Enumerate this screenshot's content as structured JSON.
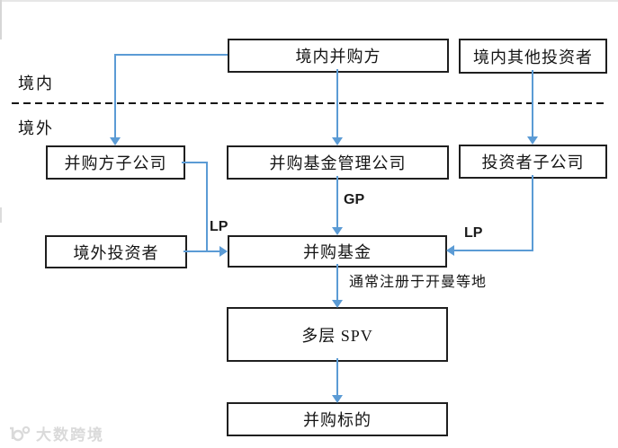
{
  "regions": {
    "domestic_label": "境内",
    "overseas_label": "境外"
  },
  "boxes": {
    "domestic_acquirer": "境内并购方",
    "domestic_other_investors": "境内其他投资者",
    "acquirer_subsidiary": "并购方子公司",
    "fund_management": "并购基金管理公司",
    "investor_subsidiary": "投资者子公司",
    "overseas_investors": "境外投资者",
    "ma_fund": "并购基金",
    "multilayer_spv": "多层 SPV",
    "ma_target": "并购标的"
  },
  "edge_labels": {
    "gp": "GP",
    "lp_left": "LP",
    "lp_right": "LP",
    "fund_note": "通常注册于开曼等地"
  },
  "watermark": {
    "text": "大数跨境"
  },
  "colors": {
    "arrow_blue": "#5B9BD5",
    "box_border": "#1f1f1f",
    "dash_line": "#161616",
    "watermark_gray": "#dadada"
  }
}
